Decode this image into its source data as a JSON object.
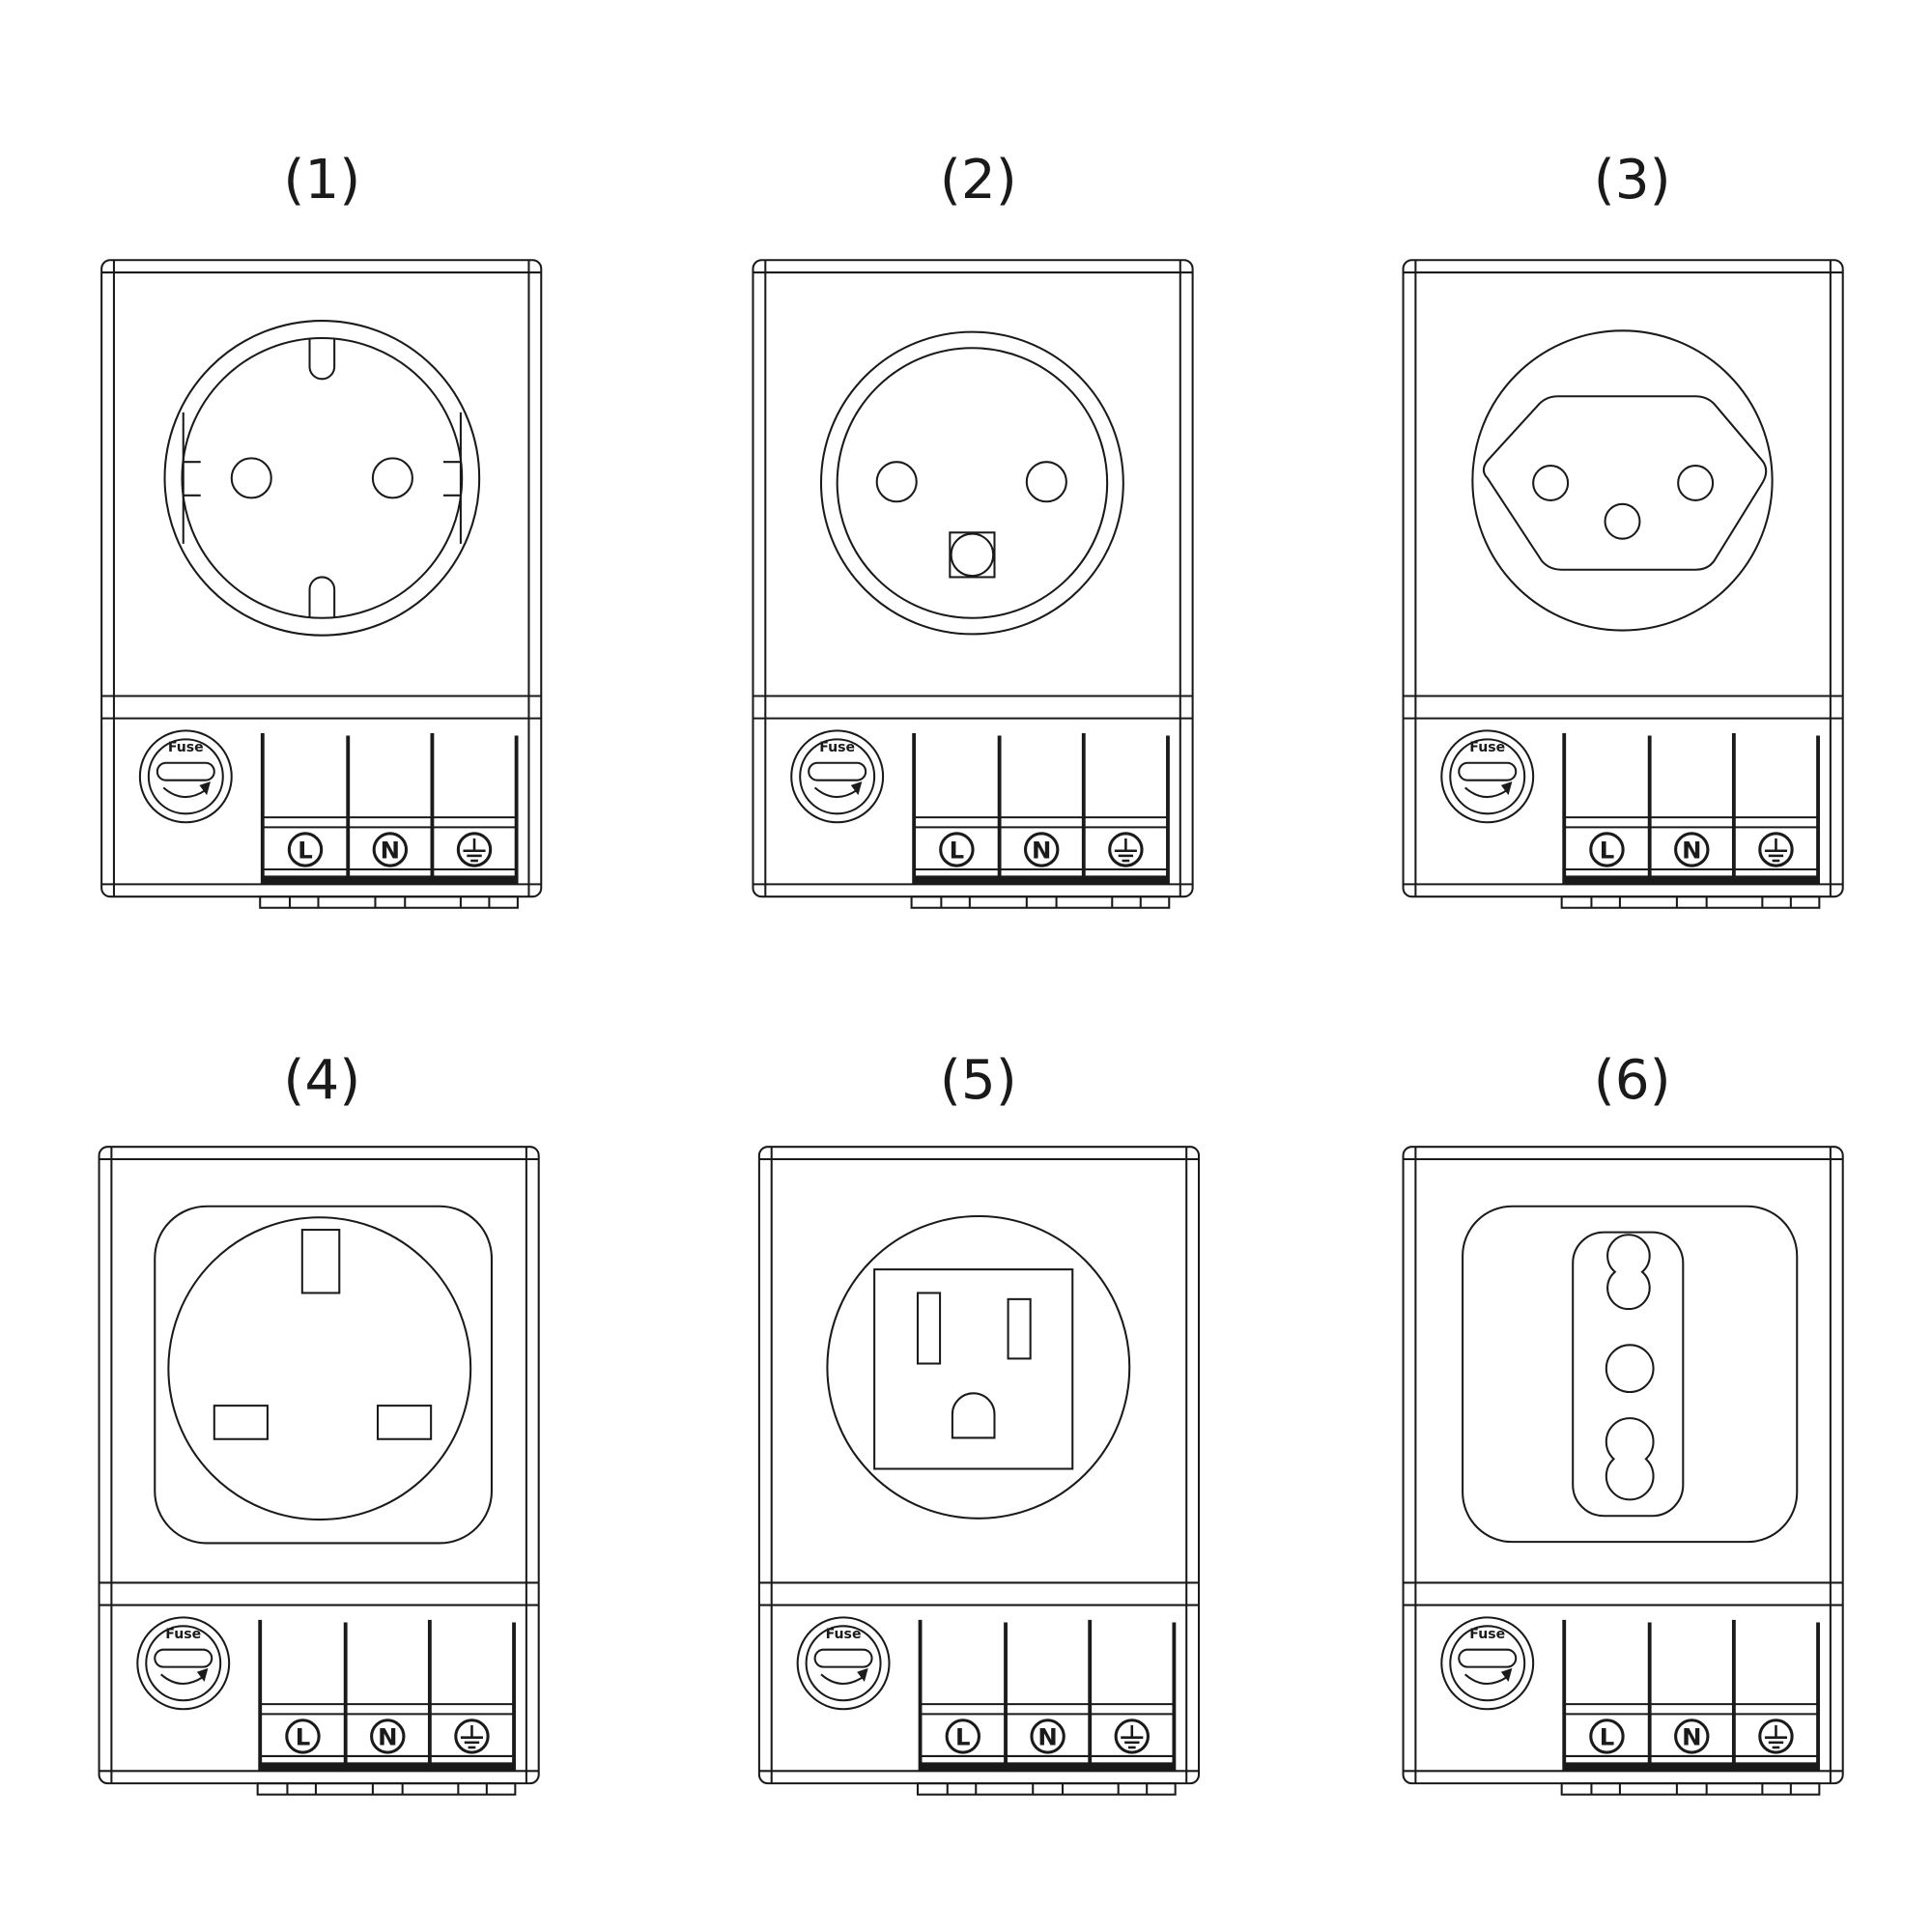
{
  "units": [
    {
      "label": "(1)",
      "face": "schuko"
    },
    {
      "label": "(2)",
      "face": "french"
    },
    {
      "label": "(3)",
      "face": "swiss"
    },
    {
      "label": "(4)",
      "face": "uk"
    },
    {
      "label": "(5)",
      "face": "us"
    },
    {
      "label": "(6)",
      "face": "italian"
    }
  ],
  "fuse_label": "Fuse",
  "terminals": [
    {
      "label": "L",
      "icon": "live-terminal-icon"
    },
    {
      "label": "N",
      "icon": "neutral-terminal-icon"
    },
    {
      "label": "",
      "icon": "earth-ground-icon"
    }
  ],
  "colors": {
    "stroke": "#1a1a1a",
    "background": "#ffffff"
  }
}
